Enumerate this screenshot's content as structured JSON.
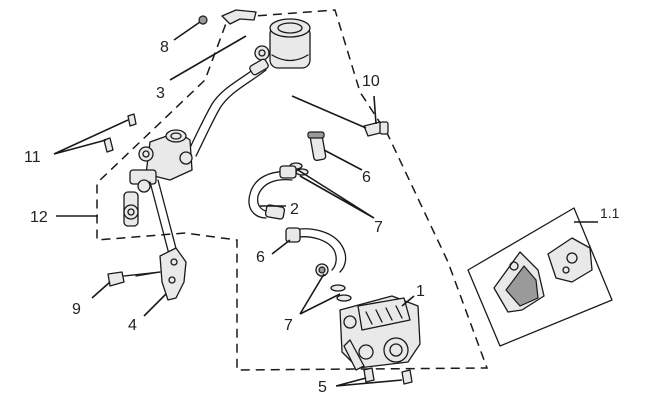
{
  "diagram": {
    "callouts": [
      {
        "id": "c8",
        "text": "8"
      },
      {
        "id": "c3",
        "text": "3"
      },
      {
        "id": "c10",
        "text": "10"
      },
      {
        "id": "c11",
        "text": "11"
      },
      {
        "id": "c6a",
        "text": "6"
      },
      {
        "id": "c12",
        "text": "12"
      },
      {
        "id": "c2",
        "text": "2"
      },
      {
        "id": "c7a",
        "text": "7"
      },
      {
        "id": "c11b",
        "text": "1.1"
      },
      {
        "id": "c6b",
        "text": "6"
      },
      {
        "id": "c1",
        "text": "1"
      },
      {
        "id": "c9",
        "text": "9"
      },
      {
        "id": "c4",
        "text": "4"
      },
      {
        "id": "c7b",
        "text": "7"
      },
      {
        "id": "c5",
        "text": "5"
      }
    ]
  }
}
